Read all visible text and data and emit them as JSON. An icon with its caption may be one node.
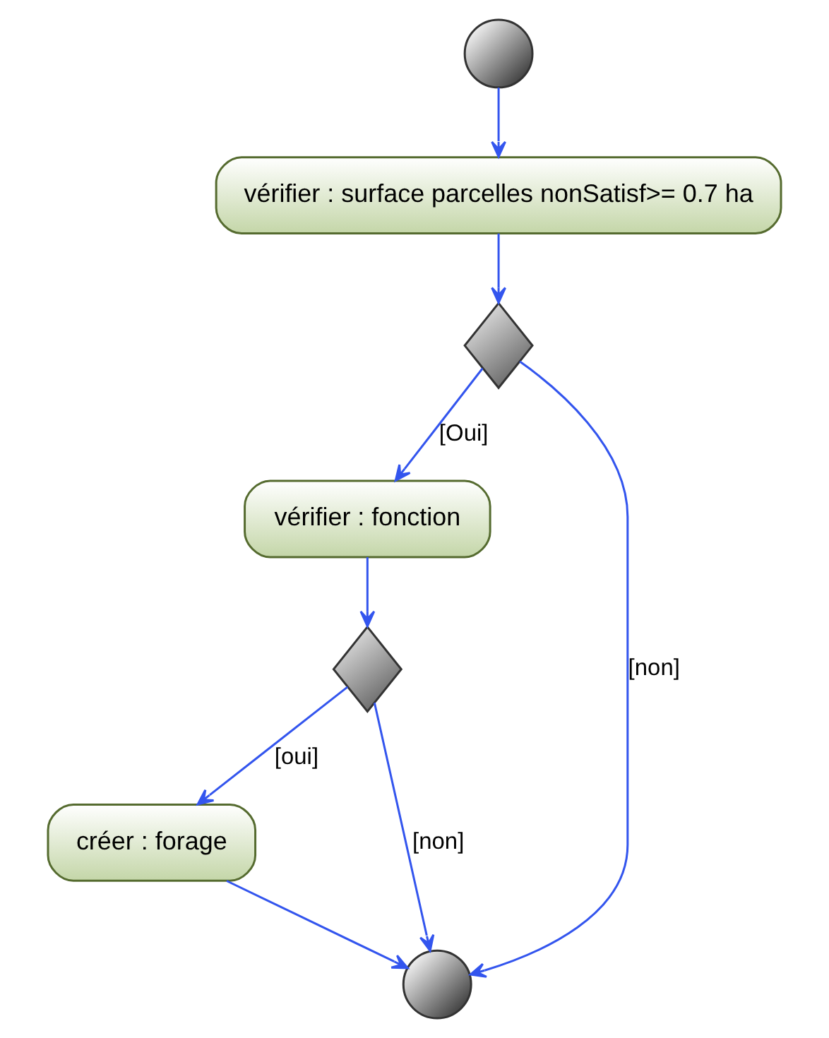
{
  "diagram": {
    "nodes": [
      {
        "text": [],
        "shape": "circle"
      },
      {
        "text": [
          "vérifier : surface parcelles nonSatisf>= 0.7 ha"
        ]
      },
      {
        "text": [],
        "shape": "diamond"
      },
      {
        "text": [
          "vérifier : fonction"
        ]
      },
      {
        "text": [],
        "shape": "diamond"
      },
      {
        "text": [
          "créer : forage"
        ]
      },
      {
        "text": [],
        "shape": "circle"
      }
    ],
    "edges": [
      {
        "from": 0,
        "to": 1,
        "arrow": "to"
      },
      {
        "from": 1,
        "to": 2,
        "arrow": "to"
      },
      {
        "from": 2,
        "to": 3,
        "arrow": "to",
        "label": "[Oui]"
      },
      {
        "from": 2,
        "to": 6,
        "arrow": "to",
        "label": "[non]"
      },
      {
        "from": 3,
        "to": 4,
        "arrow": "to"
      },
      {
        "from": 4,
        "to": 6,
        "arrow": "to",
        "label": "[non]"
      },
      {
        "from": 4,
        "to": 5,
        "arrow": "to",
        "label": "[oui]"
      },
      {
        "from": 5,
        "to": 6,
        "arrow": "to"
      }
    ]
  }
}
